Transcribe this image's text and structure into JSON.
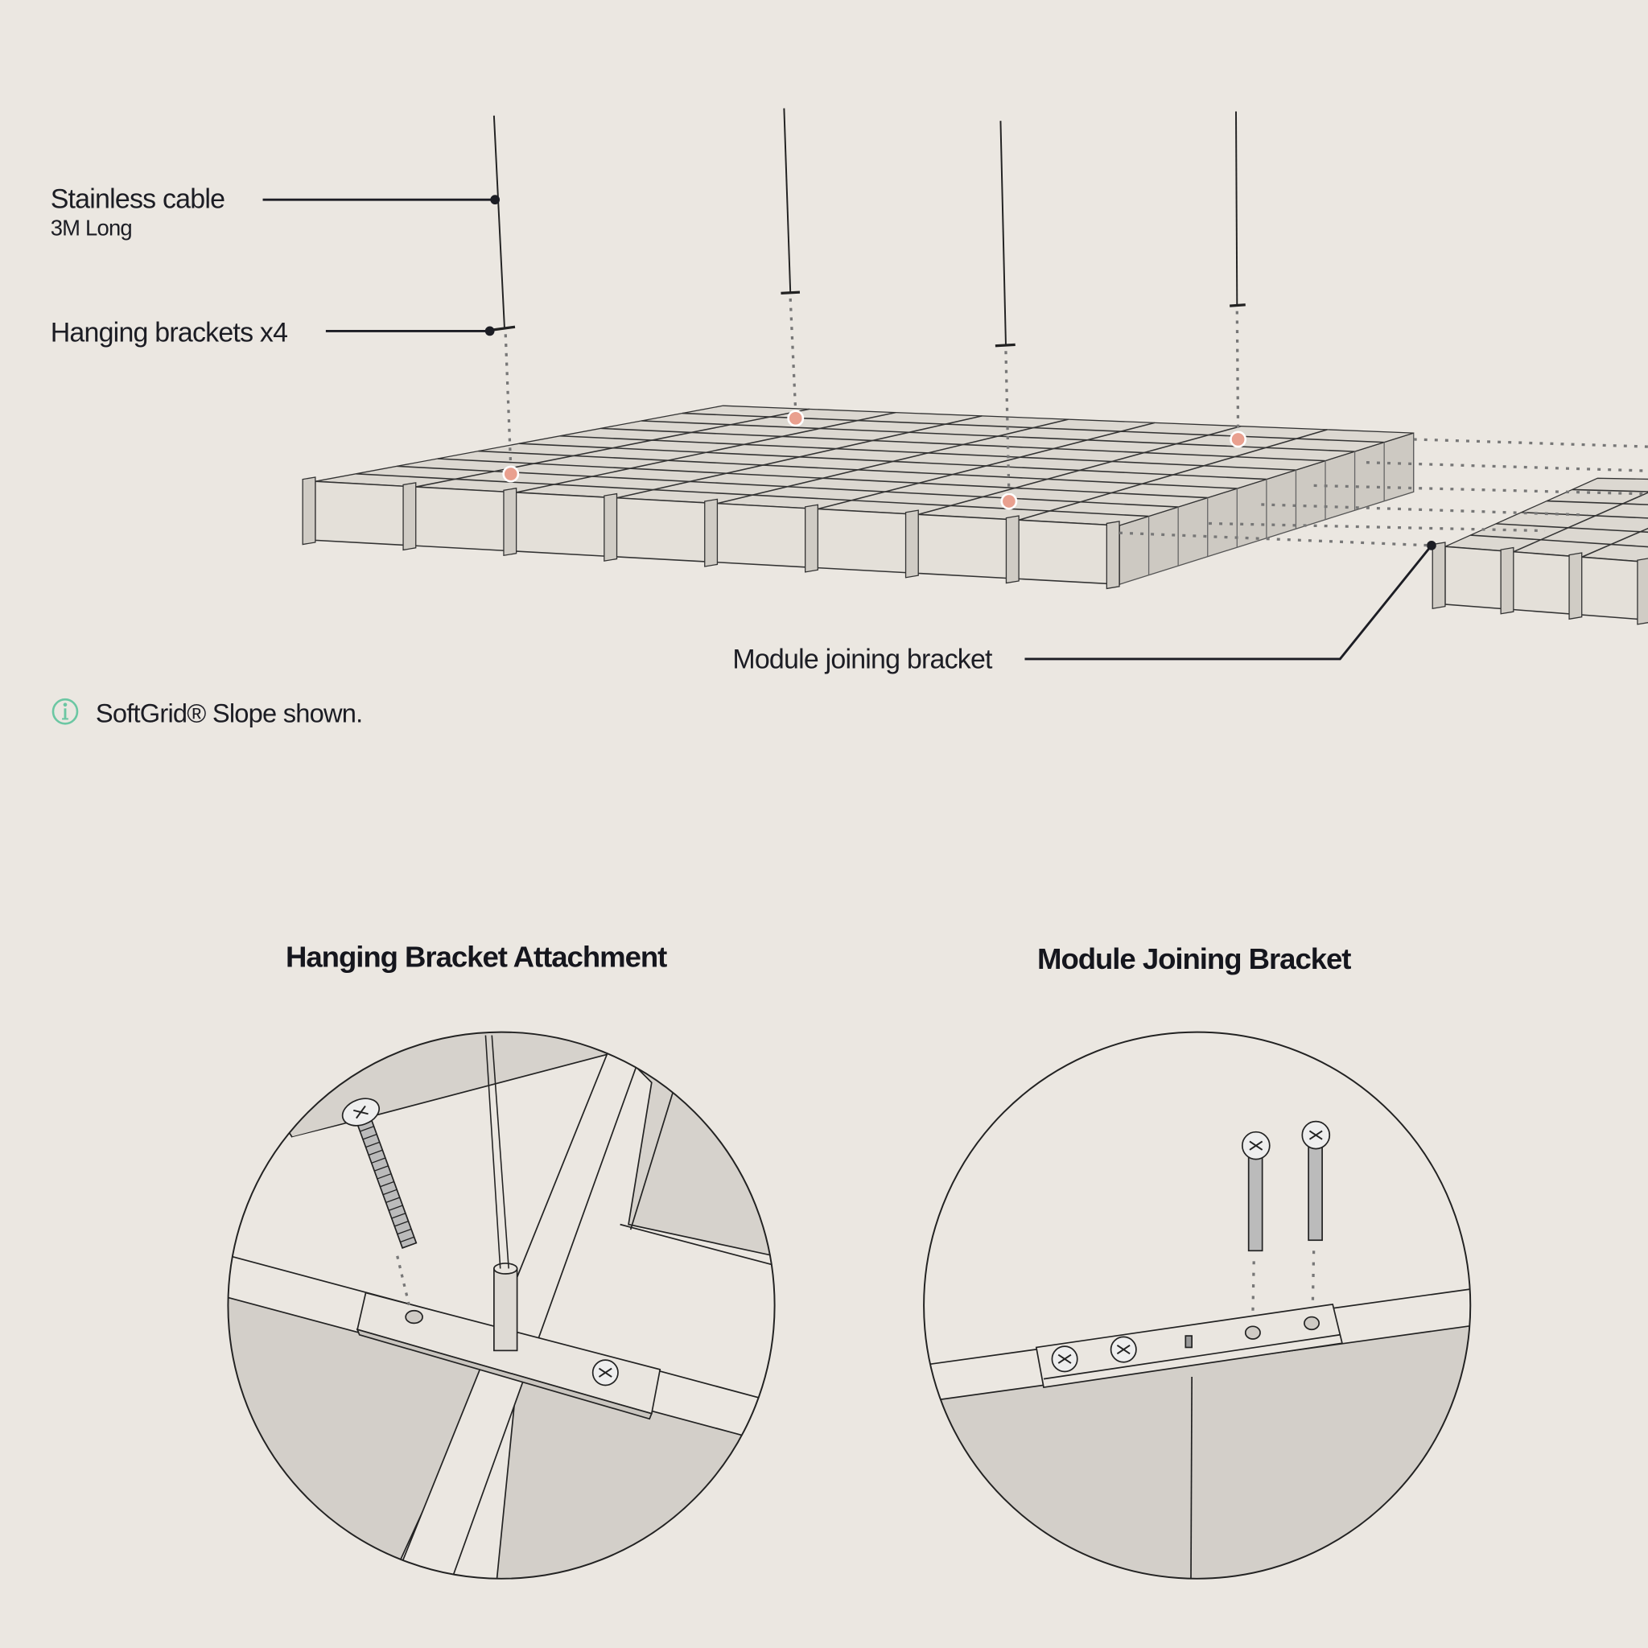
{
  "callouts": {
    "cable_label": "Stainless cable",
    "cable_sublabel": "3M Long",
    "brackets_label": "Hanging brackets x4",
    "joining_label": "Module joining bracket"
  },
  "note": {
    "icon": "info-icon",
    "text": "SoftGrid® Slope shown."
  },
  "details": {
    "left_title": "Hanging Bracket Attachment",
    "right_title": "Module Joining Bracket"
  },
  "colors": {
    "background": "#ebe7e1",
    "ink": "#1c1d24",
    "accent_dot": "#e9a08f",
    "info": "#6cc7a3",
    "panel_shade": "#d3cfc9"
  }
}
